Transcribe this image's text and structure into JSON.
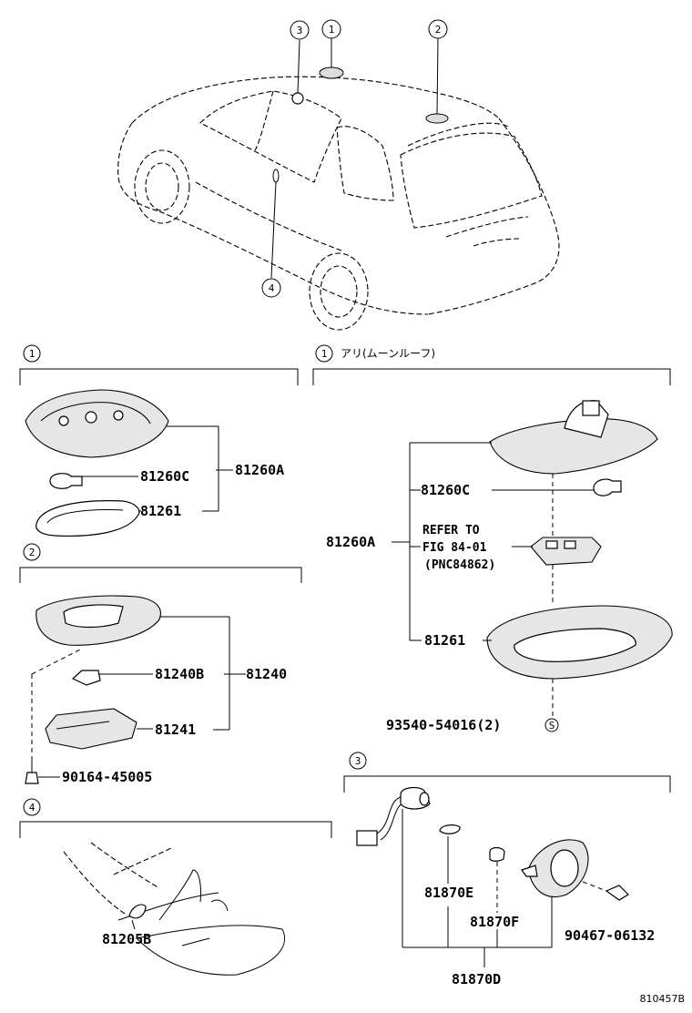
{
  "diagram": {
    "figure_code": "810457B",
    "overview_callouts": [
      "3",
      "1",
      "2",
      "4"
    ],
    "sections": {
      "s1": {
        "marker": "1",
        "parts": {
          "assembly": "81260A",
          "bulb": "81260C",
          "lens": "81261"
        }
      },
      "s1_moonroof": {
        "marker": "1",
        "label": "アリ(ムーンルーフ)",
        "parts": {
          "bulb": "81260C",
          "assembly": "81260A",
          "refer_line1": "REFER TO",
          "refer_line2": "FIG 84-01",
          "refer_line3": "(PNC84862)",
          "lens": "81261",
          "screw": "93540-54016(2)",
          "screw_symbol": "S"
        }
      },
      "s2": {
        "marker": "2",
        "parts": {
          "bulb": "81240B",
          "assembly": "81240",
          "lens": "81241",
          "screw": "90164-45005"
        }
      },
      "s3": {
        "marker": "3",
        "parts": {
          "lens_e": "81870E",
          "lens_f": "81870F",
          "screw": "90467-06132",
          "assembly": "81870D"
        }
      },
      "s4": {
        "marker": "4",
        "parts": {
          "light": "81205B"
        }
      }
    }
  }
}
